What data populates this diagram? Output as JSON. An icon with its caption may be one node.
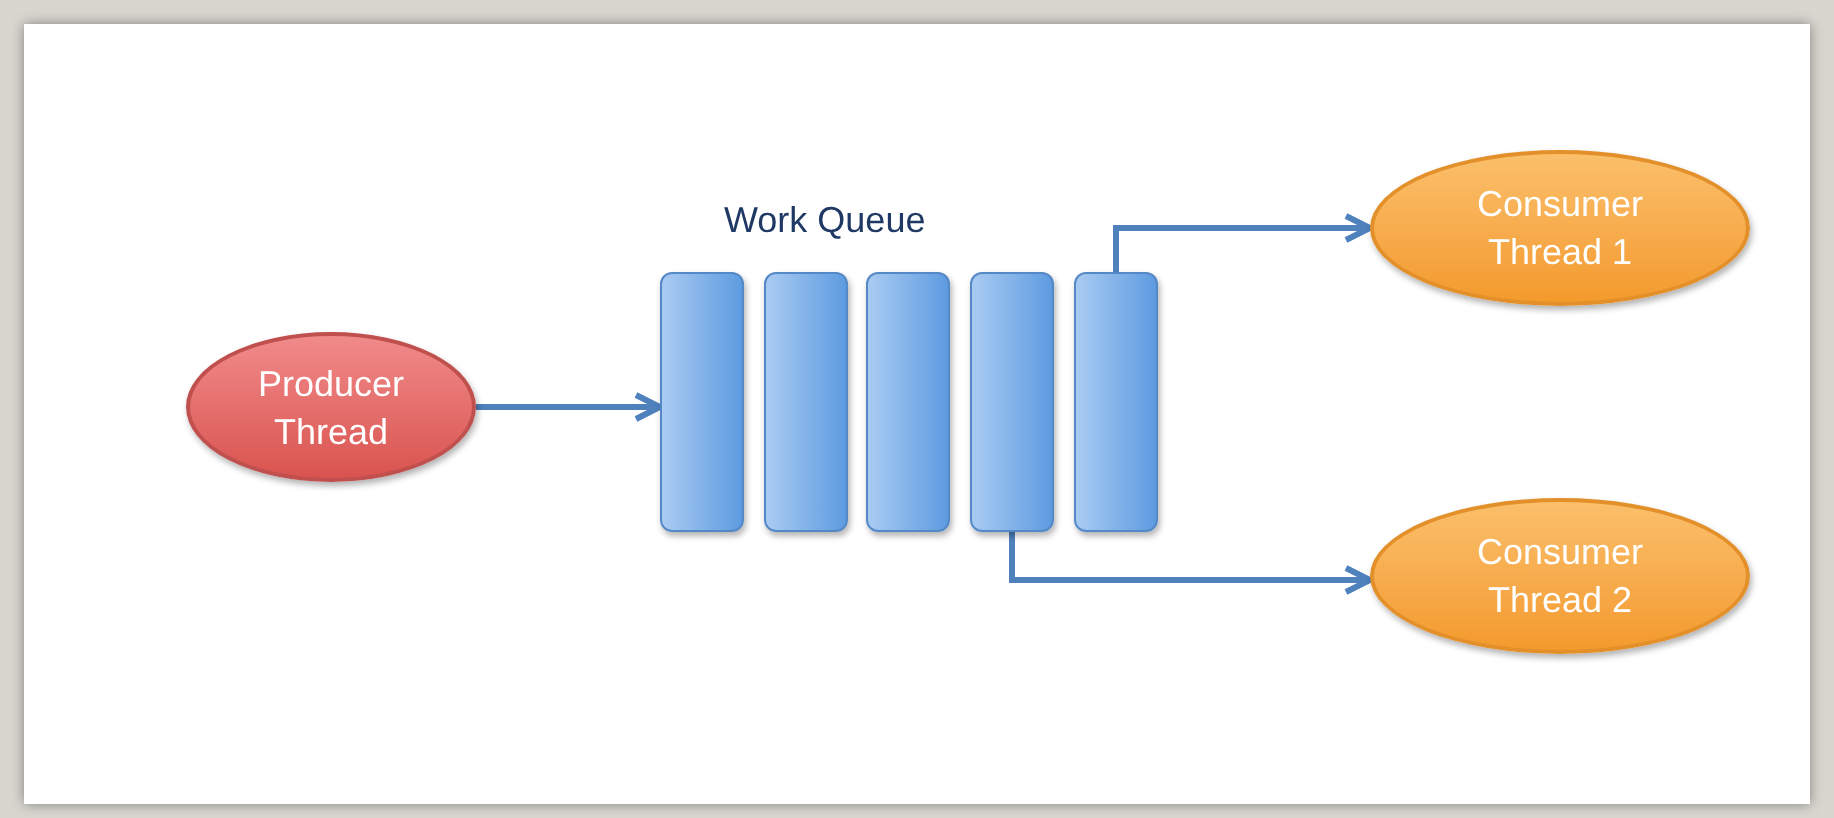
{
  "diagram": {
    "nodes": [
      {
        "text": [
          "Producer Thread"
        ]
      },
      {
        "text": [],
        "shape": "bar"
      },
      {
        "text": [],
        "shape": "bar"
      },
      {
        "text": [],
        "shape": "bar"
      },
      {
        "text": [],
        "shape": "bar"
      },
      {
        "text": [],
        "shape": "bar"
      },
      {
        "text": [
          "Consumer Thread 1"
        ]
      },
      {
        "text": [
          "Consumer Thread 2"
        ]
      }
    ],
    "edges": [
      {
        "from": 0,
        "to": 1,
        "arrow": "to"
      },
      {
        "from": 5,
        "to": 6,
        "arrow": "to"
      },
      {
        "from": 4,
        "to": 7,
        "arrow": "to"
      }
    ],
    "labels": [
      "Work Queue"
    ]
  }
}
